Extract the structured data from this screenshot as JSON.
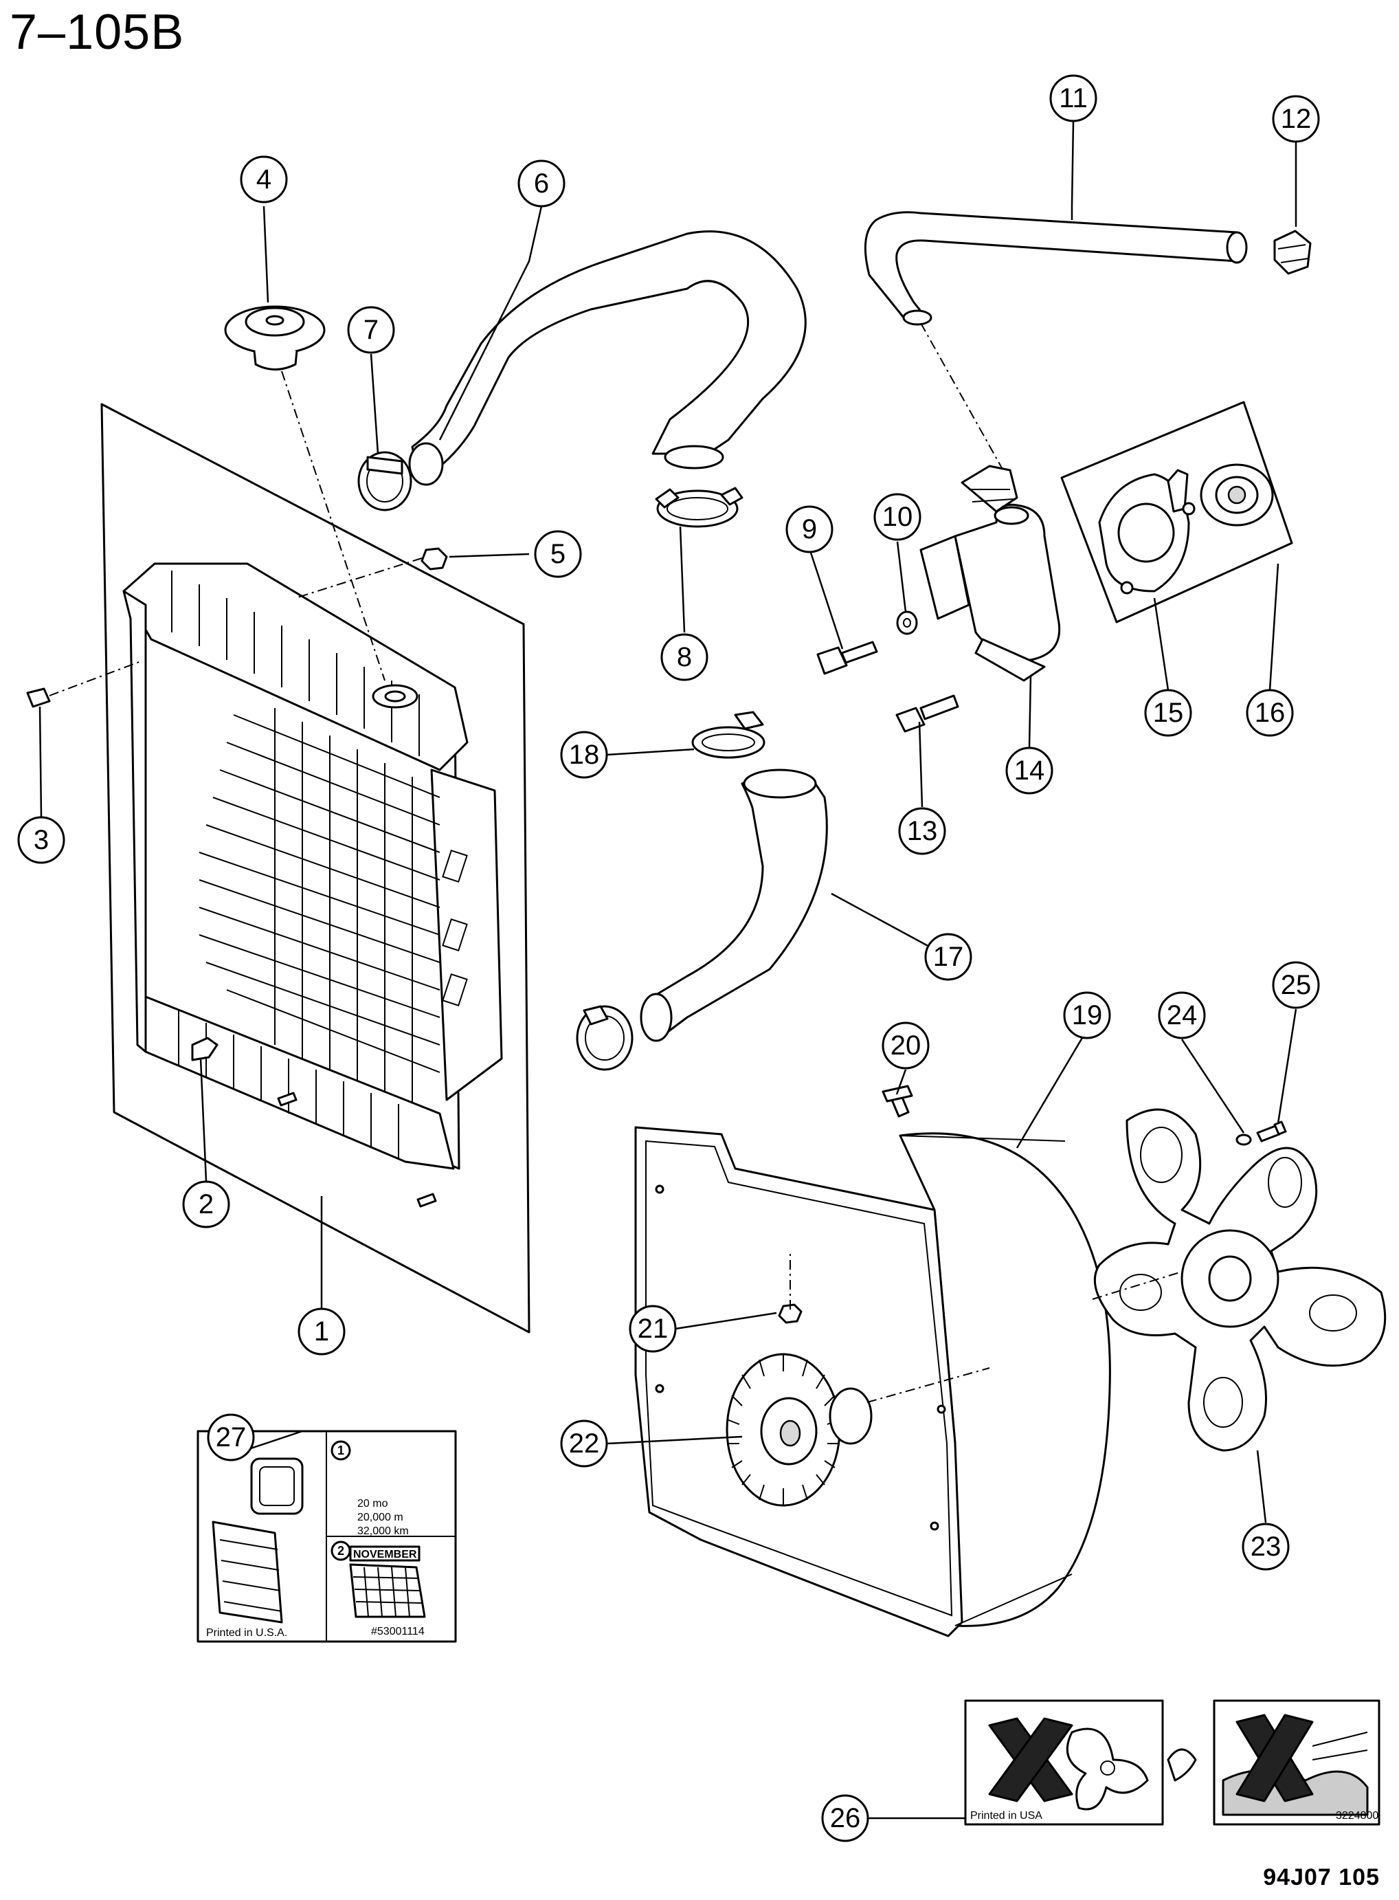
{
  "sheet": {
    "title": "7–105B",
    "drawing_code": "94J07  105"
  },
  "callouts": [
    "1",
    "2",
    "3",
    "4",
    "5",
    "6",
    "7",
    "8",
    "9",
    "10",
    "11",
    "12",
    "13",
    "14",
    "15",
    "16",
    "17",
    "18",
    "19",
    "20",
    "21",
    "22",
    "23",
    "24",
    "25",
    "26",
    "27"
  ],
  "label_27": {
    "line1": "20 mo",
    "line2": "20,000 m",
    "line3": "32,000 km",
    "month": "NOVEMBER",
    "footer_left": "Printed in U.S.A.",
    "footer_right": "#53001114"
  },
  "label_26": {
    "footer_left": "Printed in USA",
    "footer_right": "3224800"
  }
}
